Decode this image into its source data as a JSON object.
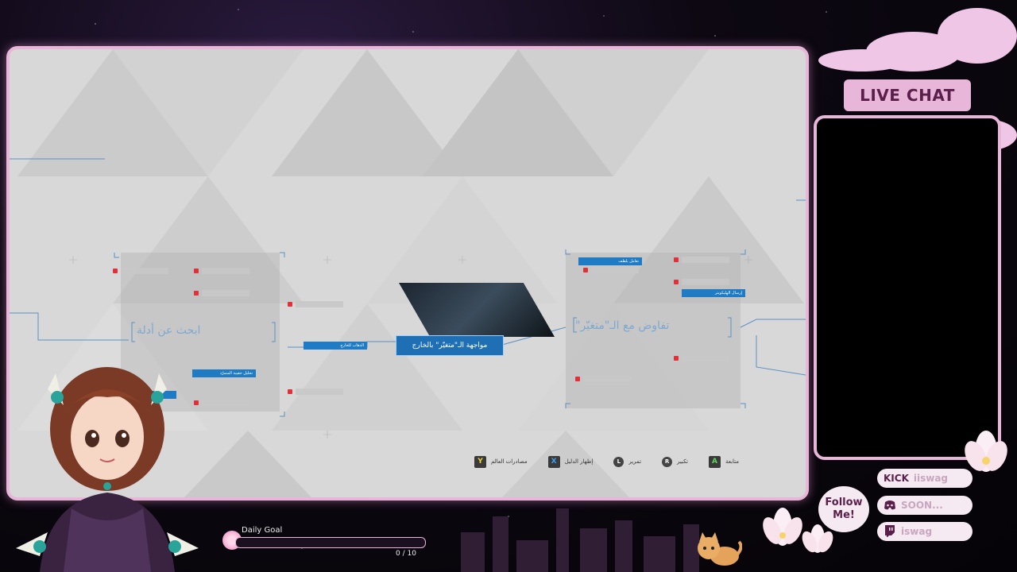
{
  "game": {
    "flow_nodes": {
      "main": "مواجهة الـ\"متغيّر\" بالخارج",
      "left_cluster": "ابحث عن أدلة",
      "right_cluster": "تفاوض مع الـ\"متغيّر\"",
      "left_link_1": "الذهاب للخارج",
      "left_link_2": "تحليل حقيبة المتمرّد",
      "right_link_1": "تعامل بلطف",
      "right_link_2": "إرسال الهليكوبتر"
    },
    "hints": [
      {
        "button": "Y",
        "label": "مصادرات العالم"
      },
      {
        "button": "X",
        "label": "إظهار الدليل"
      },
      {
        "button": "L",
        "label": "تمرير"
      },
      {
        "button": "R",
        "label": "تكبير"
      },
      {
        "button": "A",
        "label": "متابعة"
      }
    ]
  },
  "overlay": {
    "chat_title": "LIVE CHAT",
    "follow_text": "Follow\nMe!",
    "socials": [
      {
        "icon": "kick-logo",
        "brand": "KICK",
        "handle": "iiswag"
      },
      {
        "icon": "discord-icon",
        "brand": "",
        "handle": "SOON..."
      },
      {
        "icon": "twitch-icon",
        "brand": "",
        "handle": "iswag"
      }
    ],
    "daily_goal": {
      "label": "Daily Goal",
      "count": "0 / 10",
      "progress": 0
    },
    "colors": {
      "accent": "#e8b6d8",
      "dark_text": "#5a1f4a",
      "node_blue": "#1f7cc4"
    }
  }
}
